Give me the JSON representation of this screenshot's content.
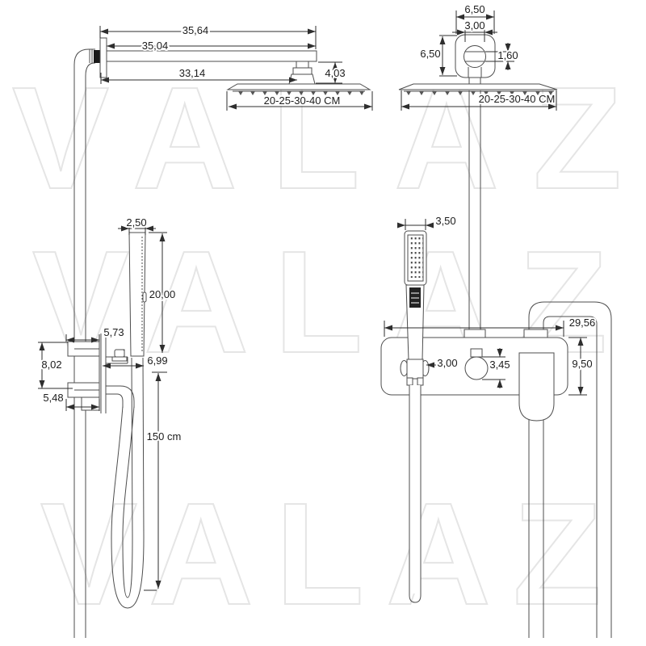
{
  "watermark": {
    "text": "VALAZ"
  },
  "left": {
    "arm_length_total": "35,64",
    "arm_length": "35,04",
    "arm_to_head_center": "33,14",
    "head_offset": "4,03",
    "head_sizes": "20-25-30-40 CM",
    "handle_width": "2,50",
    "handle_length": "20,00",
    "valve_top_depth": "5,73",
    "valve_height": "8,02",
    "valve_bottom_depth": "5,48",
    "valve_to_handle": "6,99",
    "hose_length": "150 cm"
  },
  "right": {
    "ceiling_flange_width": "6,50",
    "ball_joint_width": "3,00",
    "ceiling_flange_height": "6,50",
    "ball_band_height": "1,60",
    "head_sizes": "20-25-30-40 CM",
    "handle_width": "3,50",
    "bar_width": "29,56",
    "bar_height": "9,50",
    "holder_width": "3,00",
    "knob_diameter": "3,45"
  }
}
